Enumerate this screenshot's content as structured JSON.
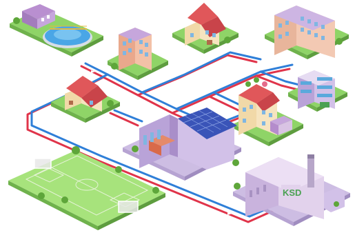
{
  "scene": {
    "factory_logo": "KSD",
    "colors": {
      "pipe_hot": "#e0344a",
      "pipe_cold": "#2f7fd8",
      "grass": "#8fd467",
      "grass_dark": "#6fb24c",
      "plaza": "#cdbde3",
      "water": "#4aa6e6",
      "solar": "#3a54b8",
      "roof_red": "#e0575a",
      "factory": "#d9c3e4",
      "logo": "#4aa152"
    },
    "elements": [
      "water-treatment-plant",
      "townhouse-top",
      "apartment-building-small",
      "apartment-block-large",
      "cottage-red-roof",
      "office-building",
      "rooftop-garden-house",
      "solar-sports-hall",
      "football-field",
      "factory-power-plant"
    ]
  }
}
